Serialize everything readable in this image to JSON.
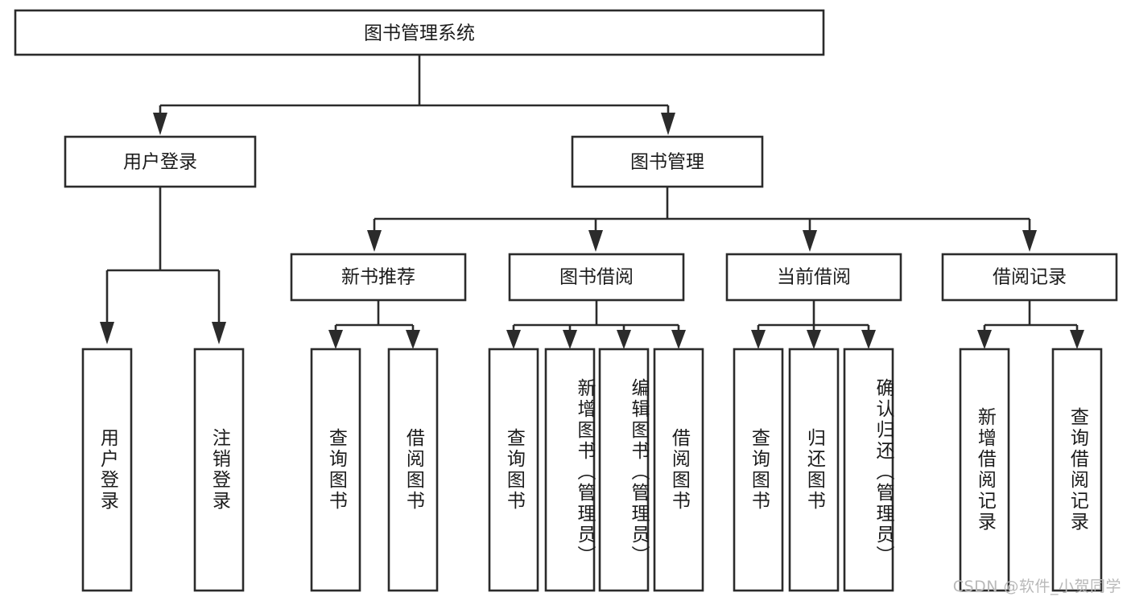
{
  "diagram": {
    "type": "tree-hierarchy",
    "title": "图书管理系统",
    "watermark": "CSDN @软件_小贺同学",
    "colors": {
      "stroke": "#2b2b2b",
      "box_fill": "#ffffff",
      "text": "#1b1b1b",
      "background": "#ffffff",
      "watermark": "#b9b9b9"
    },
    "levels": {
      "root": {
        "label": "图书管理系统"
      },
      "level2": [
        {
          "label": "用户登录"
        },
        {
          "label": "图书管理"
        }
      ],
      "level3": [
        {
          "label": "新书推荐",
          "parent": "图书管理"
        },
        {
          "label": "图书借阅",
          "parent": "图书管理"
        },
        {
          "label": "当前借阅",
          "parent": "图书管理"
        },
        {
          "label": "借阅记录",
          "parent": "图书管理"
        }
      ],
      "leaves": [
        {
          "label": "用户登录",
          "parent": "用户登录"
        },
        {
          "label": "注销登录",
          "parent": "用户登录"
        },
        {
          "label": "查询图书",
          "parent": "新书推荐"
        },
        {
          "label": "借阅图书",
          "parent": "新书推荐"
        },
        {
          "label": "查询图书",
          "parent": "图书借阅"
        },
        {
          "label": "新增图书（管理员）",
          "parent": "图书借阅"
        },
        {
          "label": "编辑图书（管理员）",
          "parent": "图书借阅"
        },
        {
          "label": "借阅图书",
          "parent": "图书借阅"
        },
        {
          "label": "查询图书",
          "parent": "当前借阅"
        },
        {
          "label": "归还图书",
          "parent": "当前借阅"
        },
        {
          "label": "确认归还（管理员）",
          "parent": "当前借阅"
        },
        {
          "label": "新增借阅记录",
          "parent": "借阅记录"
        },
        {
          "label": "查询借阅记录",
          "parent": "借阅记录"
        }
      ]
    }
  }
}
